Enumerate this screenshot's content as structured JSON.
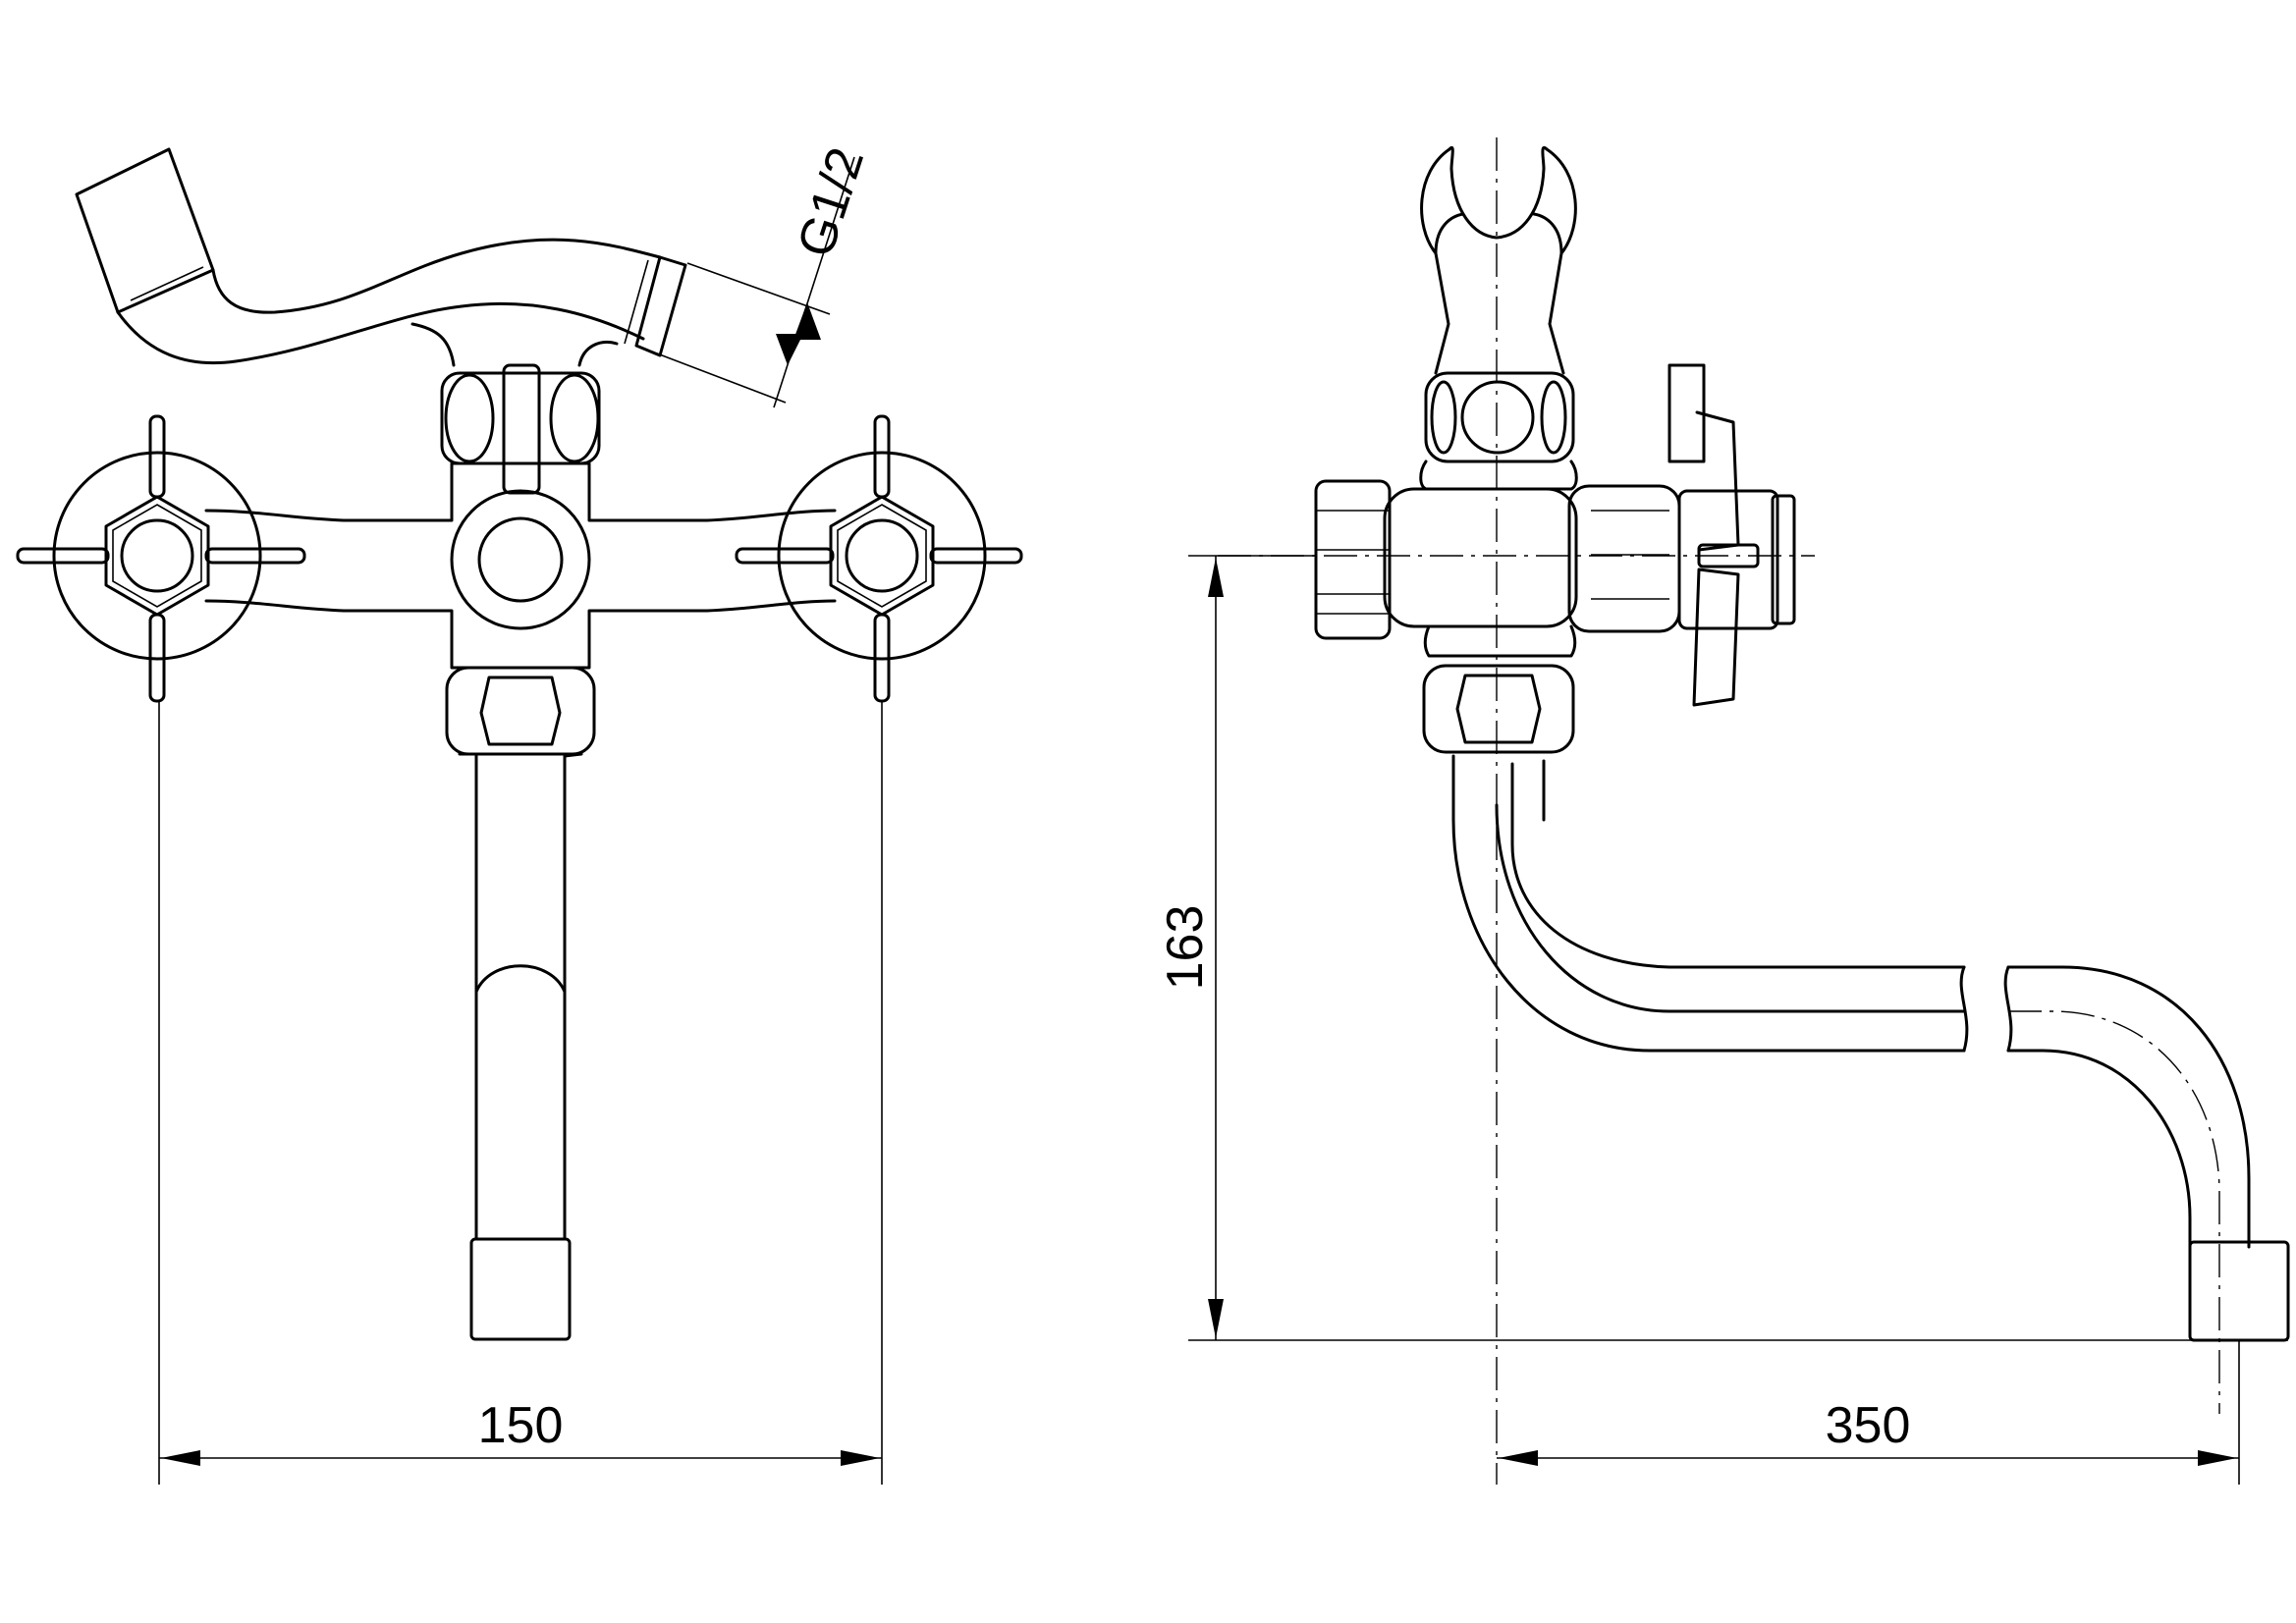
{
  "dimensions": {
    "front_width": "150",
    "side_height": "163",
    "side_reach": "350",
    "thread": "G1/2"
  },
  "colors": {
    "line": "#000000",
    "background": "#ffffff"
  }
}
